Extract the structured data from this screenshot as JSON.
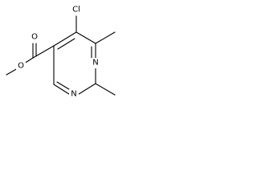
{
  "molecule": {
    "atoms": {
      "chlorine": "Cl",
      "carbonyl_oxygen": "O",
      "ester_oxygen": "O",
      "ring_nitrogen_upper": "N",
      "ring_nitrogen_lower": "N"
    },
    "colors": {
      "bond": "#000000",
      "label": "#000000",
      "background": "#ffffff"
    }
  }
}
